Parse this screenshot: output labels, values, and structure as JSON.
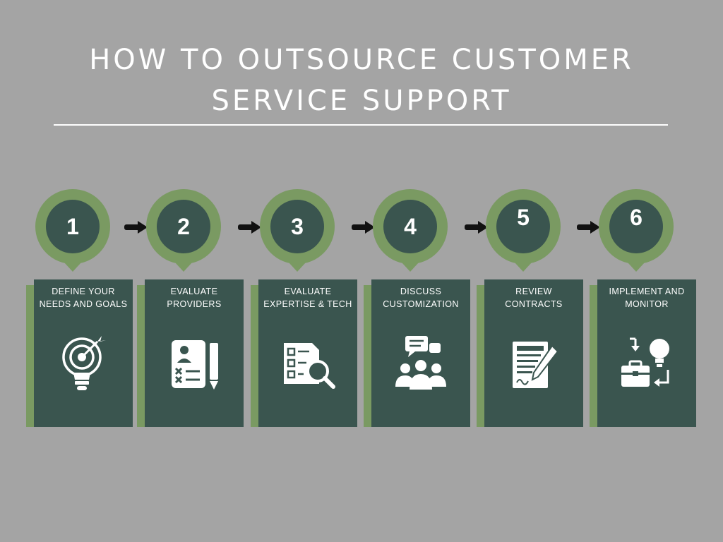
{
  "title": {
    "line1": "HOW TO OUTSOURCE CUSTOMER",
    "line2": "SERVICE SUPPORT"
  },
  "colors": {
    "background": "#a4a4a4",
    "card": "#3a554f",
    "pin_outer": "#7a9a62",
    "pin_inner": "#3a554f",
    "accent": "#7a9a62",
    "text": "#ffffff",
    "arrow": "#111111"
  },
  "steps": [
    {
      "number": "1",
      "line1": "DEFINE YOUR",
      "line2": "NEEDS AND GOALS",
      "icon": "target-lightbulb-icon"
    },
    {
      "number": "2",
      "line1": "EVALUATE",
      "line2": "PROVIDERS",
      "icon": "profile-checklist-pencil-icon"
    },
    {
      "number": "3",
      "line1": "EVALUATE",
      "line2": "EXPERTISE & TECH",
      "icon": "checklist-magnifier-icon"
    },
    {
      "number": "4",
      "line1": "DISCUSS",
      "line2": "CUSTOMIZATION",
      "icon": "group-discussion-icon"
    },
    {
      "number": "5",
      "line1": "REVIEW",
      "line2": "CONTRACTS",
      "icon": "contract-signing-icon"
    },
    {
      "number": "6",
      "line1": "IMPLEMENT AND",
      "line2": "MONITOR",
      "icon": "toolbox-lightbulb-cycle-icon"
    }
  ]
}
